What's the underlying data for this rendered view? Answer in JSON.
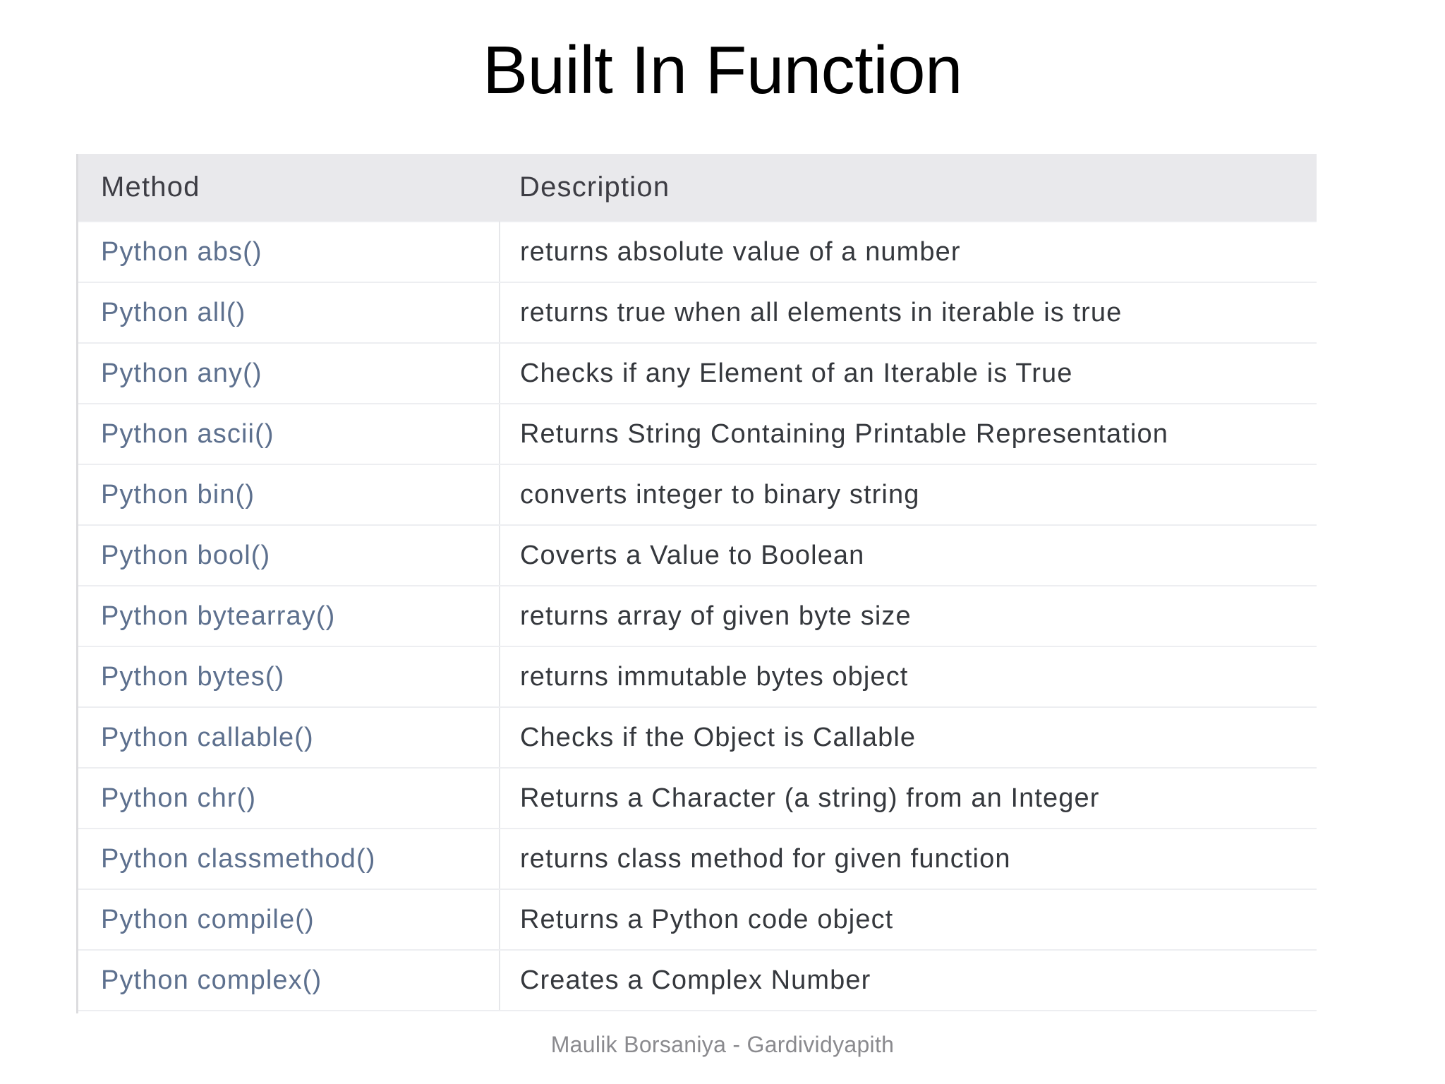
{
  "slide": {
    "title": "Built In Function",
    "footer": "Maulik Borsaniya - Gardividyapith",
    "colors": {
      "title_text": "#000000",
      "header_row_bg": "#e9e9ec",
      "header_text": "#3d3d44",
      "method_link": "#5d708e",
      "description_text": "#35383d",
      "row_divider": "#edeef1",
      "footer_text": "#8a8a8e",
      "page_bg": "#ffffff"
    }
  },
  "table": {
    "columns": [
      {
        "key": "method",
        "label": "Method"
      },
      {
        "key": "description",
        "label": "Description"
      }
    ],
    "rows": [
      {
        "method": "Python abs()",
        "description": "returns absolute value of a number"
      },
      {
        "method": "Python all()",
        "description": "returns true when all elements in iterable is true"
      },
      {
        "method": "Python any()",
        "description": "Checks if any Element of an Iterable is True"
      },
      {
        "method": "Python ascii()",
        "description": "Returns String Containing Printable Representation"
      },
      {
        "method": "Python bin()",
        "description": "converts integer to binary string"
      },
      {
        "method": "Python bool()",
        "description": "Coverts a Value to Boolean"
      },
      {
        "method": "Python bytearray()",
        "description": "returns array of given byte size"
      },
      {
        "method": "Python bytes()",
        "description": "returns immutable bytes object"
      },
      {
        "method": "Python callable()",
        "description": "Checks if the Object is Callable"
      },
      {
        "method": "Python chr()",
        "description": "Returns a Character (a string) from an Integer"
      },
      {
        "method": "Python classmethod()",
        "description": "returns class method for given function"
      },
      {
        "method": "Python compile()",
        "description": "Returns a Python code object"
      },
      {
        "method": "Python complex()",
        "description": "Creates a Complex Number"
      }
    ]
  }
}
